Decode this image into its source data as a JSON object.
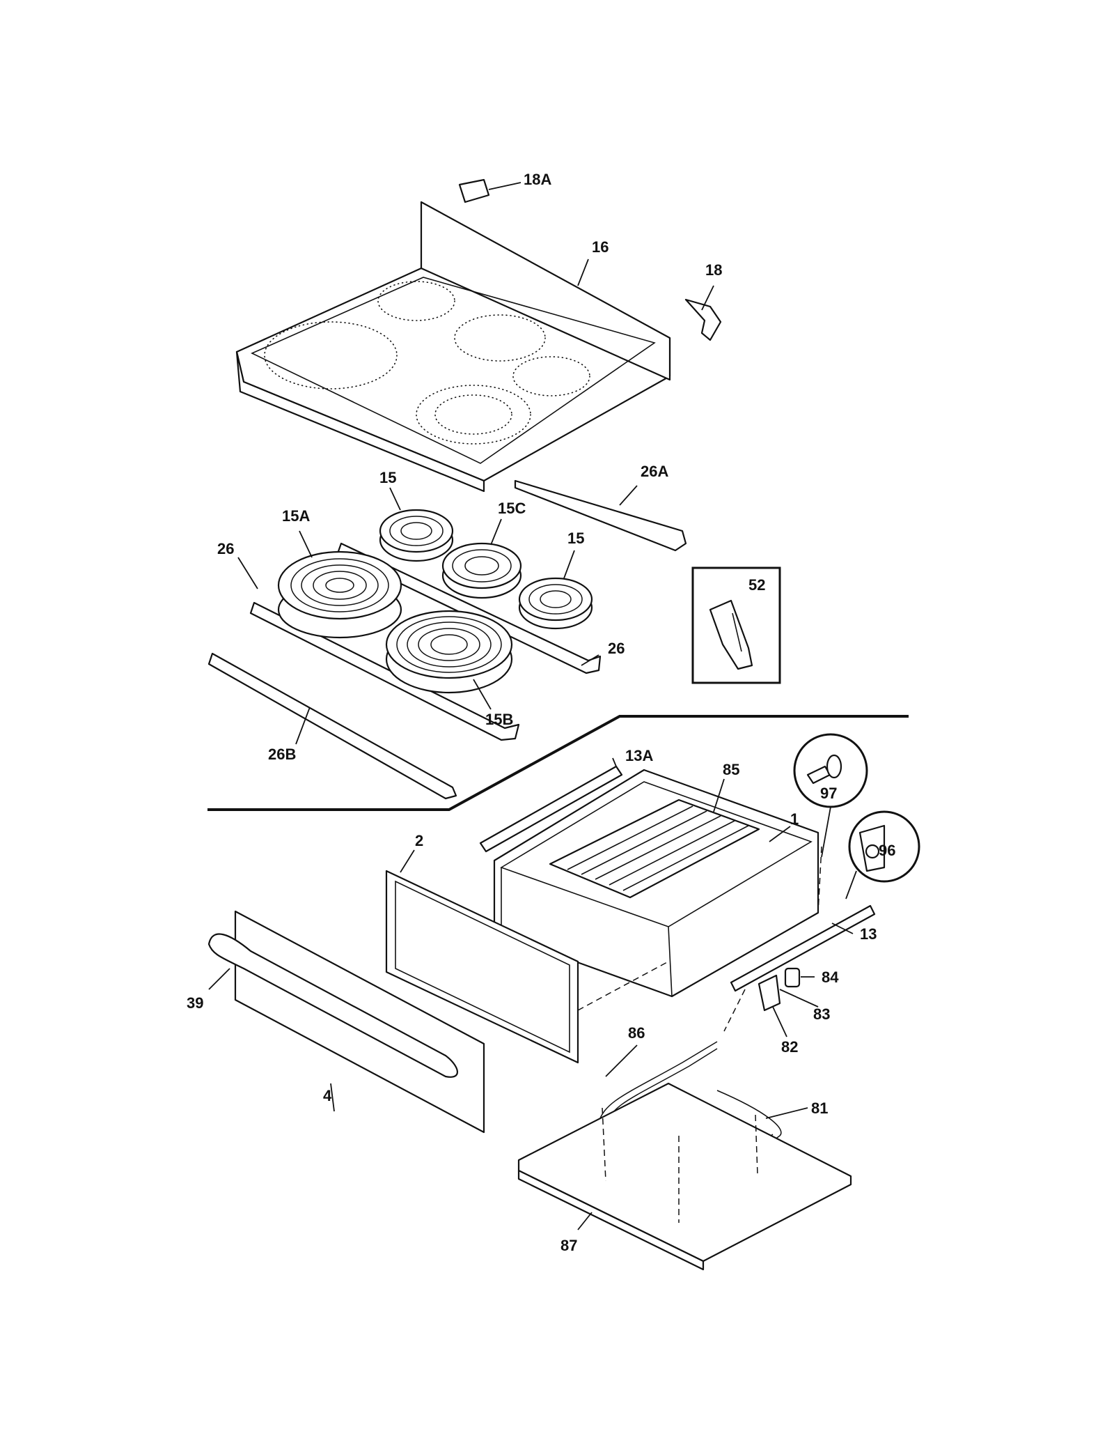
{
  "callouts": {
    "c18A": "18A",
    "c16": "16",
    "c18": "18",
    "c26A": "26A",
    "c15_left": "15",
    "c15C": "15C",
    "c15A": "15A",
    "c15_right": "15",
    "c26_left": "26",
    "c52": "52",
    "c26_right": "26",
    "c15B": "15B",
    "c26B": "26B",
    "c13A": "13A",
    "c85": "85",
    "c97": "97",
    "c1": "1",
    "c96": "96",
    "c2": "2",
    "c13": "13",
    "c84": "84",
    "c39": "39",
    "c83": "83",
    "c86": "86",
    "c82": "82",
    "c4": "4",
    "c81": "81",
    "c87": "87"
  }
}
